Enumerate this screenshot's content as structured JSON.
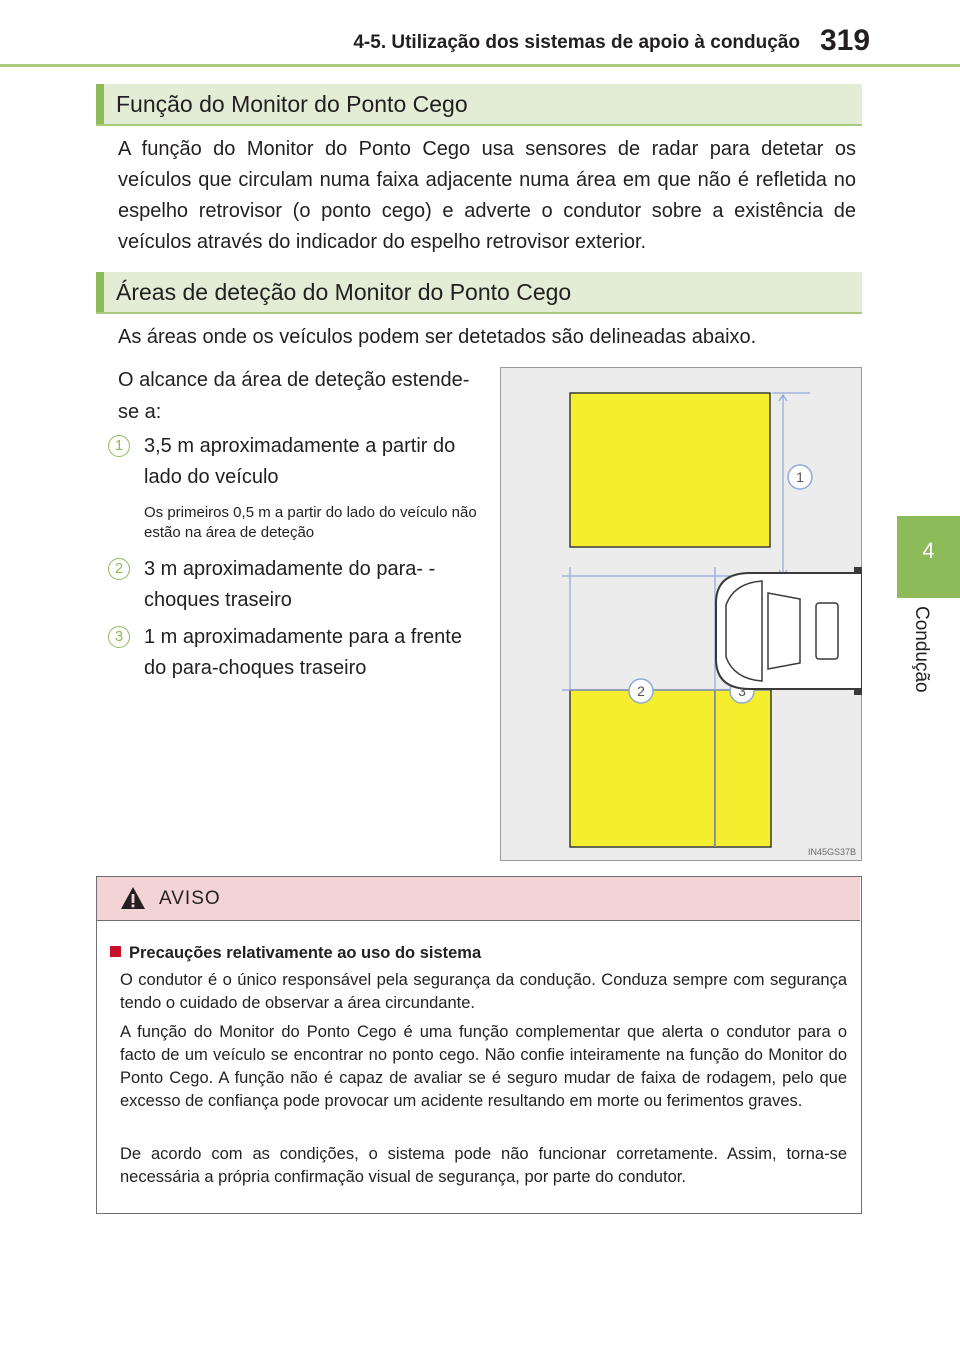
{
  "header": {
    "section": "4-5. Utilização dos sistemas de apoio à condução",
    "page": "319"
  },
  "side_tab": {
    "number": "4",
    "label": "Condução"
  },
  "sections": [
    {
      "title": "Função do Monitor do Ponto Cego",
      "body": "A função do Monitor do Ponto Cego usa sensores de radar para detetar os veículos que circulam numa faixa adjacente numa área em que não é refletida no espelho retrovisor (o ponto cego) e adverte o condutor sobre a existência de veículos através do indicador do espelho retrovisor exterior."
    },
    {
      "title": "Áreas de deteção do Monitor do Ponto Cego",
      "intro": "As áreas onde os veículos podem ser detetados são delineadas abaixo.",
      "lead": "O alcance da área de deteção estende-se a:",
      "items": [
        {
          "n": "1",
          "text": "3,5 m aproximadamente a partir do lado do veículo",
          "note": "Os primeiros 0,5 m a partir do lado do veículo não estão na área de deteção"
        },
        {
          "n": "2",
          "text": "3 m aproximadamente do para- -choques traseiro"
        },
        {
          "n": "3",
          "text": "1 m aproximadamente para a frente do para-choques traseiro"
        }
      ]
    }
  ],
  "figure": {
    "code": "IN45GS37B",
    "callouts": [
      "1",
      "2",
      "3"
    ],
    "colors": {
      "background": "#ececec",
      "zone": "#f4ee2e",
      "zone_border": "#3a3a3a",
      "dimension_line": "#8fa9d8"
    }
  },
  "warning": {
    "title": "AVISO",
    "subtitle": "Precauções relativamente ao uso do sistema",
    "paragraphs": [
      "O condutor é o único responsável pela segurança da condução. Conduza sempre com segurança tendo o cuidado de observar a área circundante.",
      "A função do Monitor do Ponto Cego é uma função complementar que alerta o condutor para o facto de um veículo se encontrar no ponto cego. Não confie inteiramente na função do Monitor do Ponto Cego. A função não é capaz de avaliar se é seguro mudar de faixa de rodagem, pelo que excesso de confiança pode provocar um acidente resultando em morte ou ferimentos graves.",
      "De acordo com as condições, o sistema pode não funcionar corretamente. Assim, torna-se necessária a própria confirmação visual de segurança, por parte do condutor."
    ],
    "colors": {
      "header_bg": "#f2d4d4",
      "bullet": "#c8102e"
    }
  },
  "colors": {
    "accent_green": "#8dbb5a",
    "section_bg": "#e3ecd5"
  }
}
